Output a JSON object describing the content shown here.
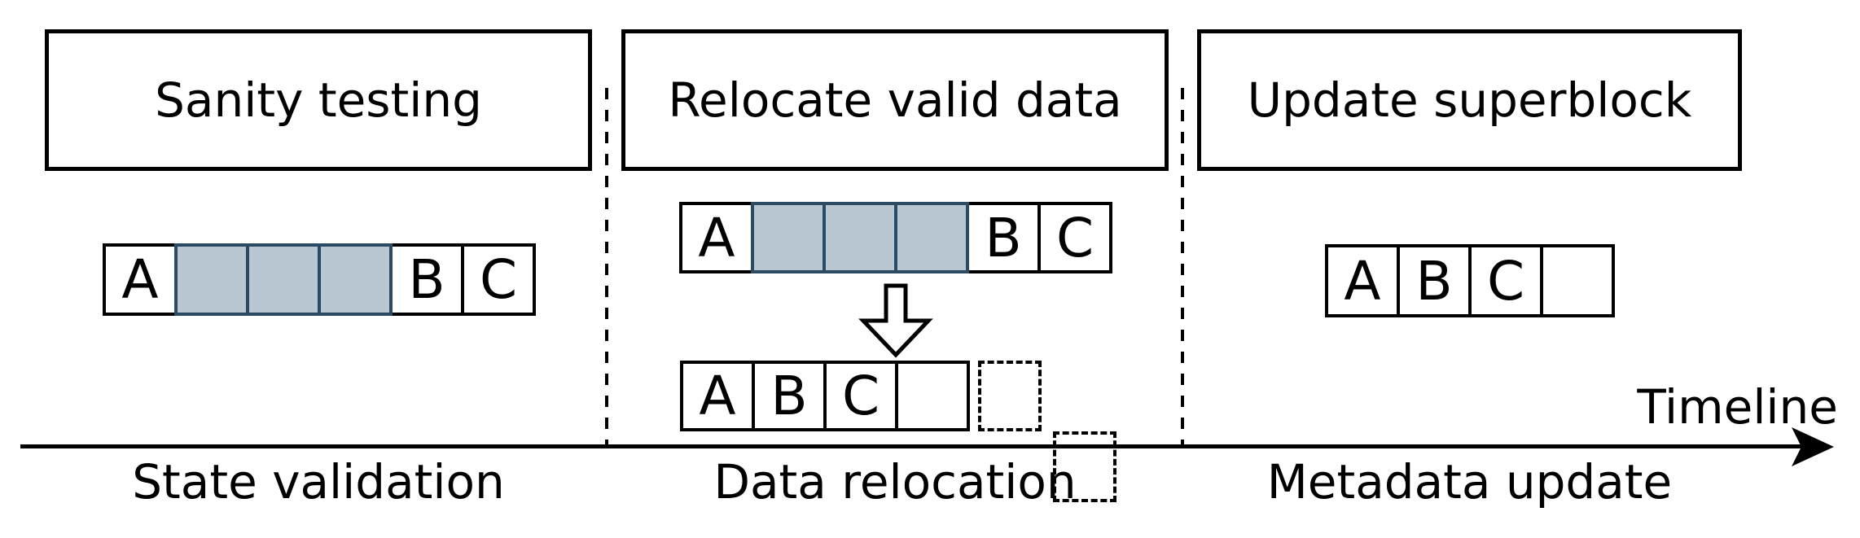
{
  "header": {
    "boxes": [
      {
        "title": "Sanity testing"
      },
      {
        "title": "Relocate valid data"
      },
      {
        "title": "Update superblock"
      }
    ]
  },
  "phases": [
    {
      "name": "State validation"
    },
    {
      "name": "Data relocation"
    },
    {
      "name": "Metadata update"
    }
  ],
  "timeline": {
    "label": "Timeline"
  },
  "blocks": {
    "section1_row": [
      "A",
      "",
      "",
      "",
      "B",
      "C"
    ],
    "section2_top_row": [
      "A",
      "",
      "",
      "",
      "B",
      "C"
    ],
    "section2_bottom_row": [
      "A",
      "B",
      "C",
      ""
    ],
    "section2_future_cells": [
      "",
      ""
    ],
    "section3_row": [
      "A",
      "B",
      "C",
      ""
    ]
  },
  "colors": {
    "shaded_fill": "#b9c7d2",
    "shaded_border": "#2b4a63",
    "line": "#000000",
    "background": "#ffffff"
  }
}
